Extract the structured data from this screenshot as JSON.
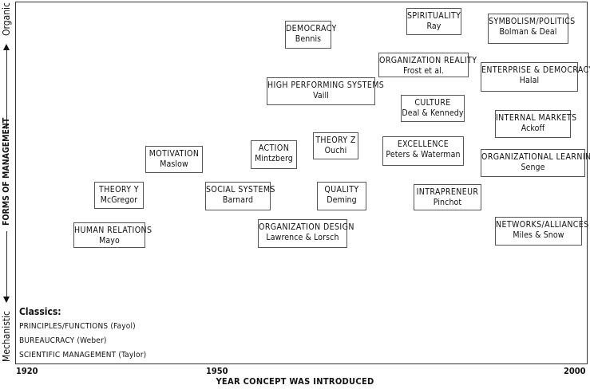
{
  "axis": {
    "y_title": "FORMS OF MANAGEMENT",
    "y_top": "Organic",
    "y_bottom": "Mechanistic",
    "x_title": "YEAR CONCEPT WAS INTRODUCED",
    "x_ticks": [
      "1920",
      "1950",
      "2000"
    ]
  },
  "classics": {
    "title": "Classics:",
    "items": [
      "PRINCIPLES/FUNCTIONS (Fayol)",
      "BUREAUCRACY (Weber)",
      "SCIENTIFIC MANAGEMENT (Taylor)"
    ]
  },
  "concepts": [
    {
      "title": "DEMOCRACY",
      "author": "Bennis"
    },
    {
      "title": "SPIRITUALITY",
      "author": "Ray"
    },
    {
      "title": "SYMBOLISM/POLITICS",
      "author": "Bolman & Deal"
    },
    {
      "title": "ORGANIZATION REALITY",
      "author": "Frost et al."
    },
    {
      "title": "ENTERPRISE & DEMOCRACY",
      "author": "Halal"
    },
    {
      "title": "HIGH PERFORMING SYSTEMS",
      "author": "Vaill"
    },
    {
      "title": "CULTURE",
      "author": "Deal & Kennedy"
    },
    {
      "title": "INTERNAL MARKETS",
      "author": "Ackoff"
    },
    {
      "title": "THEORY Z",
      "author": "Ouchi"
    },
    {
      "title": "ACTION",
      "author": "Mintzberg"
    },
    {
      "title": "MOTIVATION",
      "author": "Maslow"
    },
    {
      "title": "EXCELLENCE",
      "author": "Peters & Waterman"
    },
    {
      "title": "ORGANIZATIONAL LEARNING",
      "author": "Senge"
    },
    {
      "title": "THEORY Y",
      "author": "McGregor"
    },
    {
      "title": "SOCIAL SYSTEMS",
      "author": "Barnard"
    },
    {
      "title": "QUALITY",
      "author": "Deming"
    },
    {
      "title": "INTRAPRENEUR",
      "author": "Pinchot"
    },
    {
      "title": "HUMAN RELATIONS",
      "author": "Mayo"
    },
    {
      "title": "ORGANIZATION DESIGN",
      "author": "Lawrence & Lorsch"
    },
    {
      "title": "NETWORKS/ALLIANCES",
      "author": "Miles & Snow"
    }
  ]
}
